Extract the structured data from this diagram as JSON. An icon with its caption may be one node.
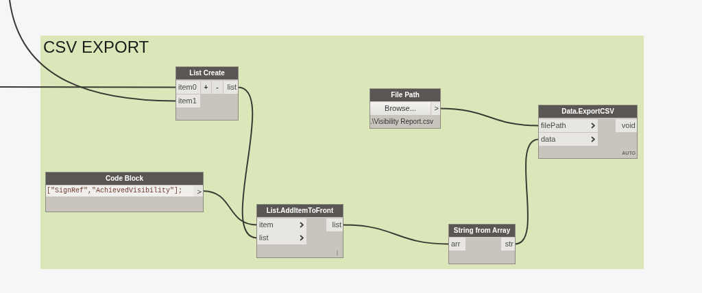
{
  "diagram": {
    "nodes": [
      {
        "text": [
          "CSV EXPORT"
        ]
      },
      {
        "text": [
          "List Create"
        ],
        "in": 0
      },
      {
        "text": [
          "item0"
        ],
        "in": 1
      },
      {
        "text": [
          "item1"
        ],
        "in": 1
      },
      {
        "text": [
          "+"
        ],
        "in": 1
      },
      {
        "text": [
          "-"
        ],
        "in": 1
      },
      {
        "text": [
          "list"
        ],
        "in": 1
      },
      {
        "text": [
          "File Path",
          ".\\Visibility Report.csv"
        ],
        "in": 0
      },
      {
        "text": [
          "Browse..."
        ],
        "in": 7
      },
      {
        "text": [
          ">"
        ],
        "in": 7
      },
      {
        "text": [
          "Data.ExportCSV",
          "AUTO"
        ],
        "in": 0
      },
      {
        "text": [
          "filePath"
        ],
        "in": 10
      },
      {
        "text": [
          "data"
        ],
        "in": 10
      },
      {
        "text": [
          "void"
        ],
        "in": 10
      },
      {
        "text": [
          "Code Block",
          "[\"SignRef\",\"AchievedVisibility\"];"
        ],
        "in": 0
      },
      {
        "text": [
          ">"
        ],
        "in": 14
      },
      {
        "text": [
          "List.AddItemToFront",
          "|"
        ],
        "in": 0
      },
      {
        "text": [
          "item"
        ],
        "in": 16
      },
      {
        "text": [
          "list"
        ],
        "in": 16
      },
      {
        "text": [
          "list"
        ],
        "in": 16
      },
      {
        "text": [
          "String from Array"
        ],
        "in": 0
      },
      {
        "text": [
          "arr"
        ],
        "in": 20
      },
      {
        "text": [
          "str"
        ],
        "in": 20
      }
    ],
    "edges": [
      {
        "from": null,
        "to": 2,
        "arrow": "none"
      },
      {
        "from": null,
        "to": 3,
        "arrow": "none"
      },
      {
        "from": 6,
        "to": 18,
        "arrow": "none"
      },
      {
        "from": 15,
        "to": 17,
        "arrow": "none"
      },
      {
        "from": 19,
        "to": 21,
        "arrow": "none"
      },
      {
        "from": 22,
        "to": 12,
        "arrow": "none"
      },
      {
        "from": 9,
        "to": 11,
        "arrow": "none"
      }
    ]
  }
}
